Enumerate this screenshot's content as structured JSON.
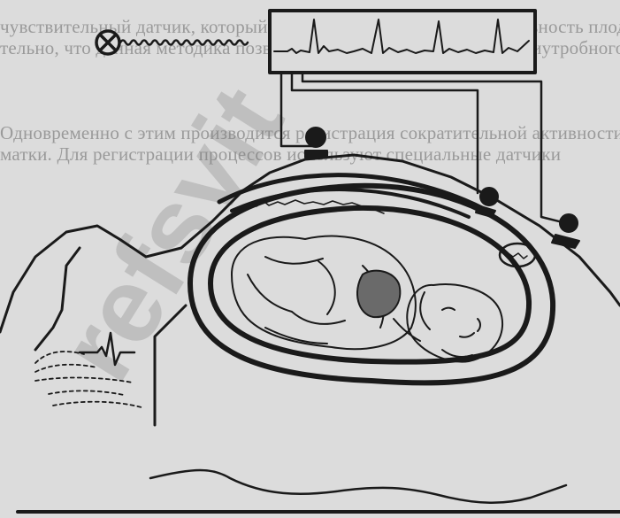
{
  "background_text": {
    "lines": [
      "чувствительный датчик, который регистрирует сердечную деятельность плода",
      "тельно, что данная методика позволяет выявить нарушения внутриутробного",
      "",
      "",
      "",
      "Одновременно с этим производится регистрация сократительной активности",
      "матки. Для регистрации процессов используют специальные датчики",
      "",
      "",
      "",
      "",
      "",
      "",
      "",
      "",
      "",
      "",
      "",
      "",
      "",
      "",
      ""
    ]
  },
  "watermark": {
    "text": "refsvit"
  },
  "colors": {
    "ink": "#1a1a1a",
    "paper": "#dcdcdc",
    "text": "#9a9a9a"
  },
  "icons": {
    "probe": "cross-circle-icon"
  }
}
